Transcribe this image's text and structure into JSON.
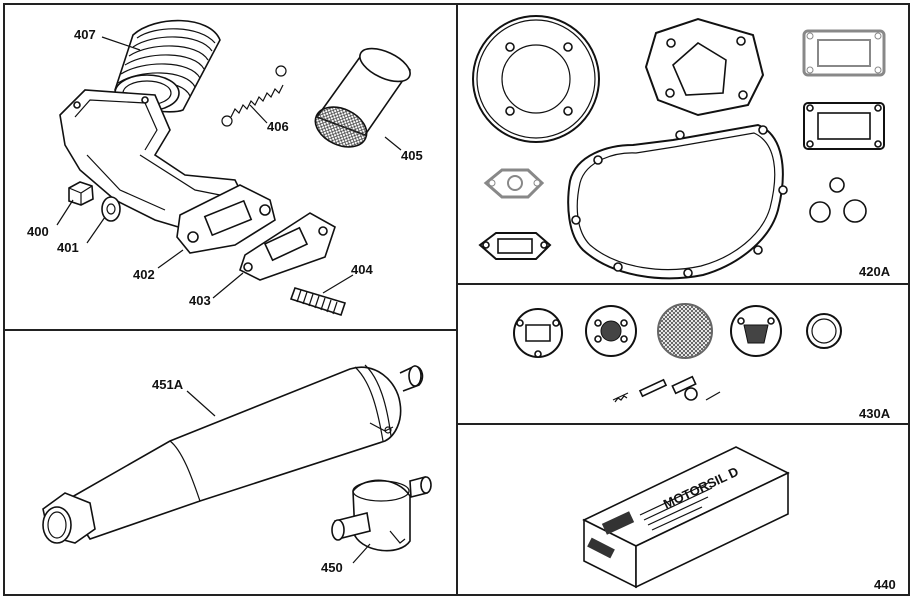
{
  "panels": {
    "intake": {
      "labels": {
        "p400": "400",
        "p401": "401",
        "p402": "402",
        "p403": "403",
        "p404": "404",
        "p405": "405",
        "p406": "406",
        "p407": "407"
      }
    },
    "exhaust": {
      "labels": {
        "p451a": "451A",
        "p450": "450"
      }
    },
    "gasket_kit": {
      "label": "420A"
    },
    "carb_kit": {
      "label": "430A"
    },
    "sealant": {
      "label": "440",
      "box_text": "MOTORSIL D"
    }
  }
}
